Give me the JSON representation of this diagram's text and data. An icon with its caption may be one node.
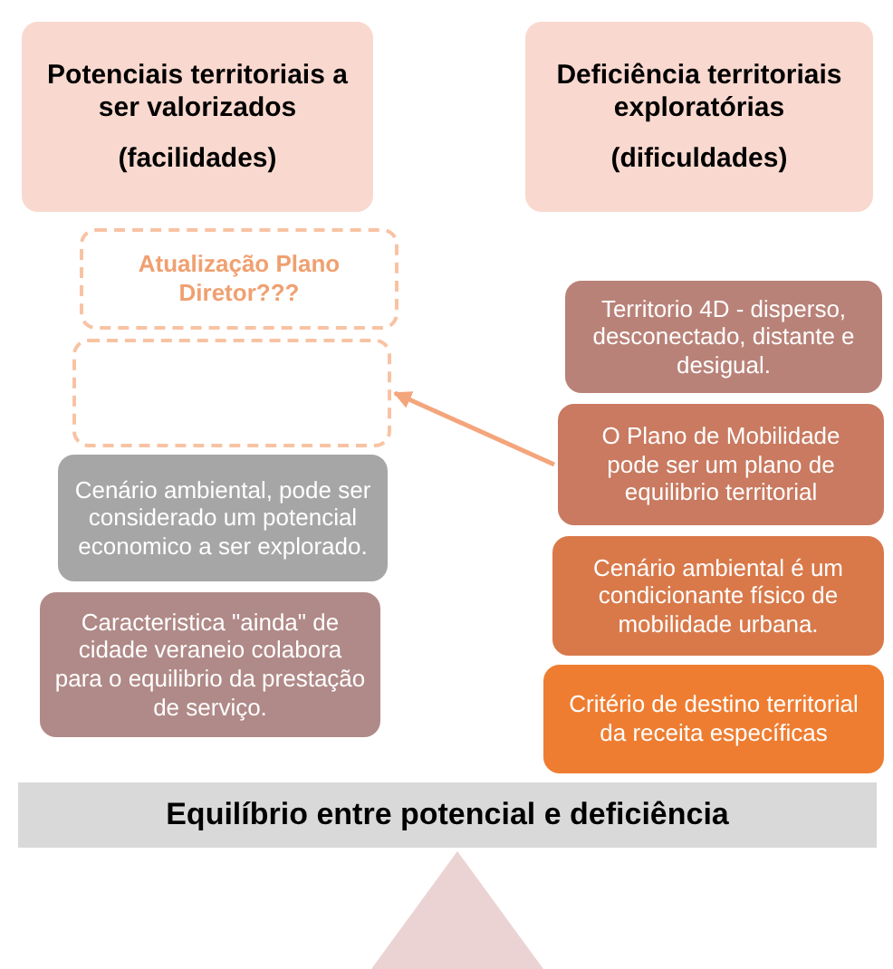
{
  "diagram": {
    "nodes": [
      {
        "text": [
          "Potenciais territoriais a ser valorizados",
          "(facilidades)"
        ]
      },
      {
        "text": [
          "Deficiência territoriais exploratórias",
          "(dificuldades)"
        ]
      },
      {
        "text": [
          "Atualização Plano Diretor???"
        ]
      },
      {
        "text": [],
        "shape": "box"
      },
      {
        "text": [
          "Cenário ambiental, pode ser considerado um potencial economico a ser explorado."
        ]
      },
      {
        "text": [
          "Caracteristica \"ainda\" de cidade veraneio colabora para o equilibrio da prestação de serviço."
        ]
      },
      {
        "text": [
          "Territorio 4D - disperso, desconectado, distante e desigual."
        ]
      },
      {
        "text": [
          "O Plano de Mobilidade pode ser um plano de equilibrio territorial"
        ]
      },
      {
        "text": [
          "Cenário ambiental é um condicionante físico de mobilidade urbana."
        ]
      },
      {
        "text": [
          "Critério de destino territorial da receita específicas"
        ]
      },
      {
        "text": [
          "Equilíbrio entre potencial e deficiência"
        ]
      },
      {
        "text": [],
        "shape": "triangle"
      }
    ],
    "edges": [
      {
        "from": 7,
        "to": 3,
        "arrow": "to"
      }
    ]
  }
}
